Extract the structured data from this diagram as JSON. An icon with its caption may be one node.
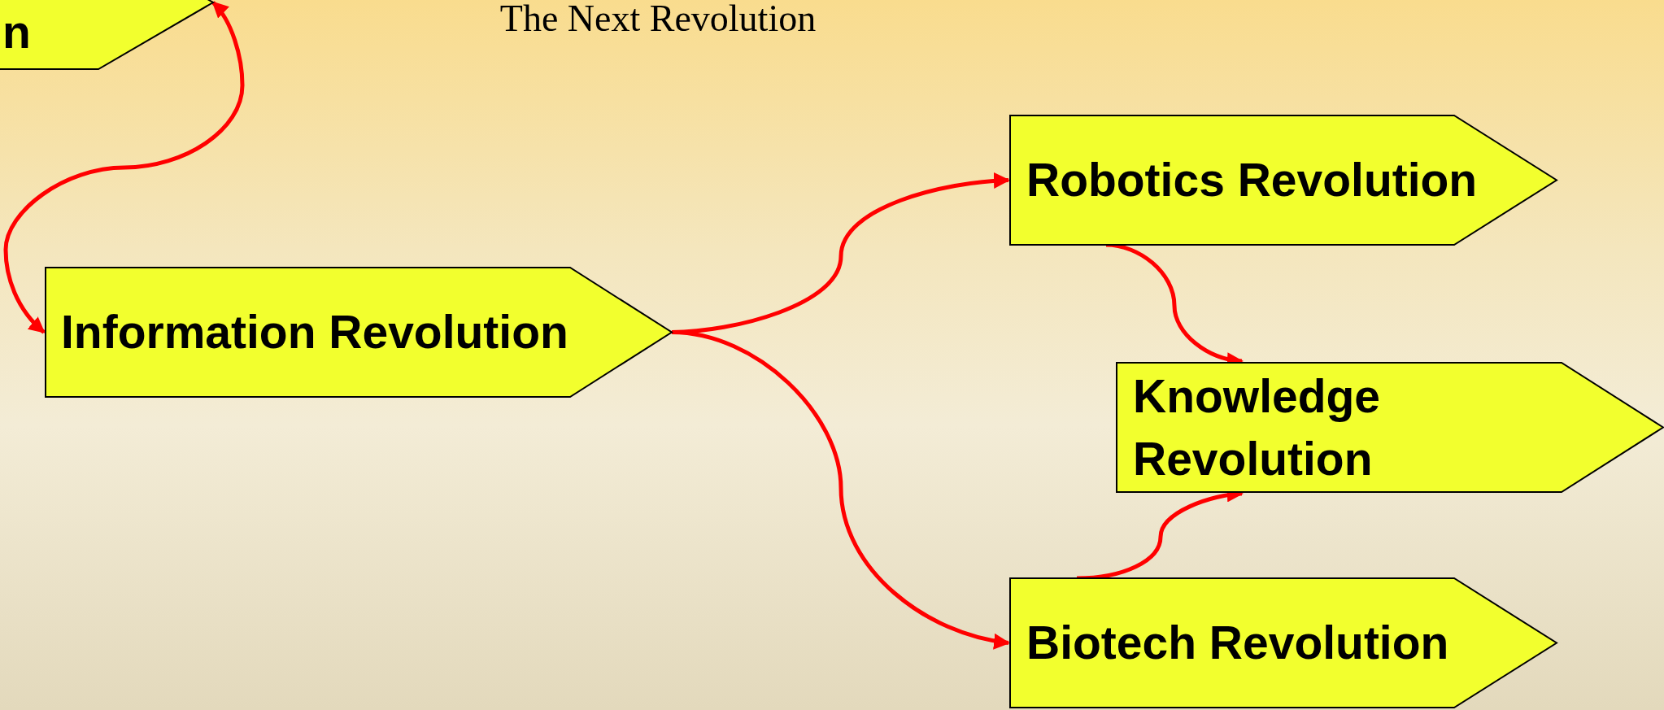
{
  "diagram": {
    "title": "The Next Revolution",
    "nodes": [
      {
        "text": [
          "n"
        ]
      },
      {
        "text": [
          "Information Revolution"
        ]
      },
      {
        "text": [
          "Robotics Revolution"
        ]
      },
      {
        "text": [
          "Knowledge Revolution"
        ]
      },
      {
        "text": [
          "Biotech Revolution"
        ]
      }
    ],
    "edges": [
      {
        "from": 0,
        "to": 1,
        "arrow": "both"
      },
      {
        "from": 1,
        "to": 2,
        "arrow": "to"
      },
      {
        "from": 1,
        "to": 4,
        "arrow": "to"
      },
      {
        "from": 2,
        "to": 3,
        "arrow": "to"
      },
      {
        "from": 4,
        "to": 3,
        "arrow": "to"
      }
    ]
  }
}
